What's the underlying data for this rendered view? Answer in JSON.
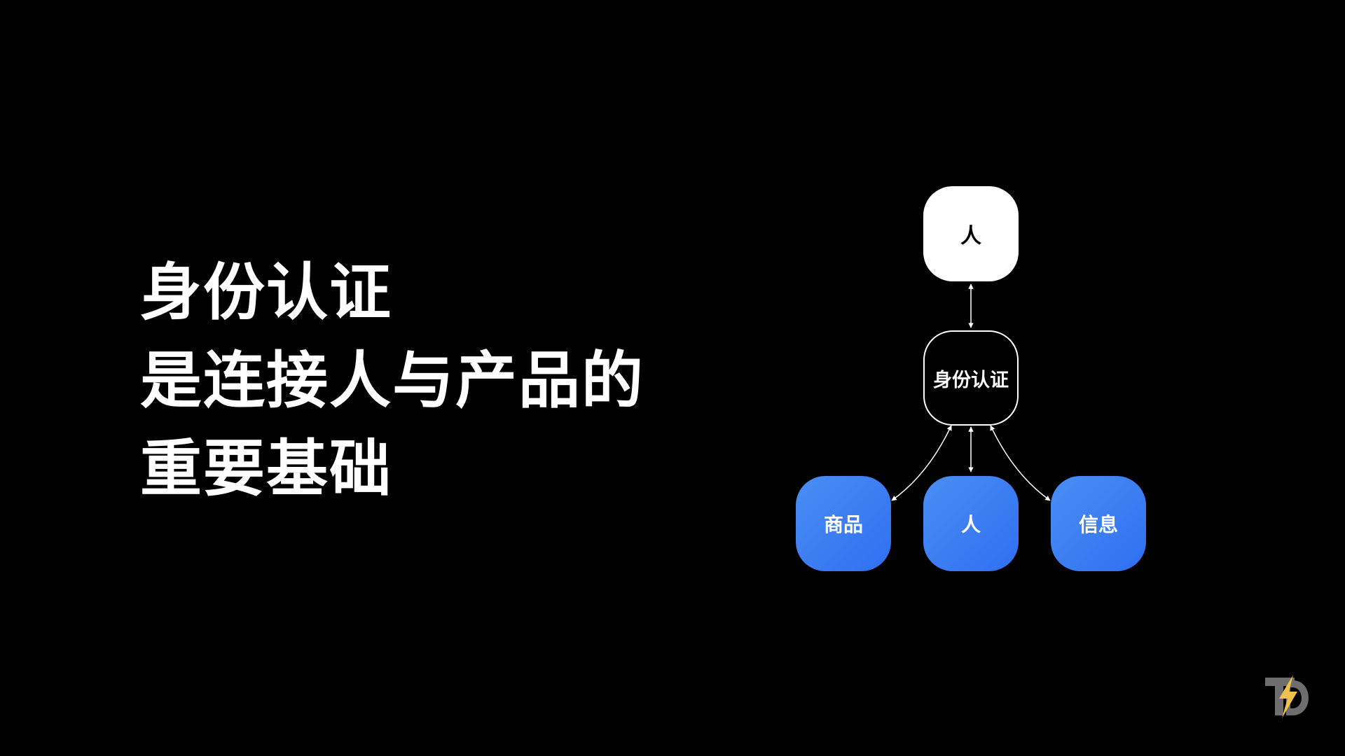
{
  "headline": {
    "lines": [
      "身份认证",
      "是连接人与产品的",
      "重要基础"
    ]
  },
  "diagram": {
    "top_node": "人",
    "center_node": "身份认证",
    "bottom_nodes": [
      "商品",
      "人",
      "信息"
    ]
  },
  "colors": {
    "background": "#000000",
    "text": "#ffffff",
    "blue_node_start": "#4a8ef5",
    "blue_node_end": "#2f6ff0",
    "logo_bolt": "#f0c14b"
  },
  "logo": {
    "icon": "lightning-logo-icon"
  }
}
